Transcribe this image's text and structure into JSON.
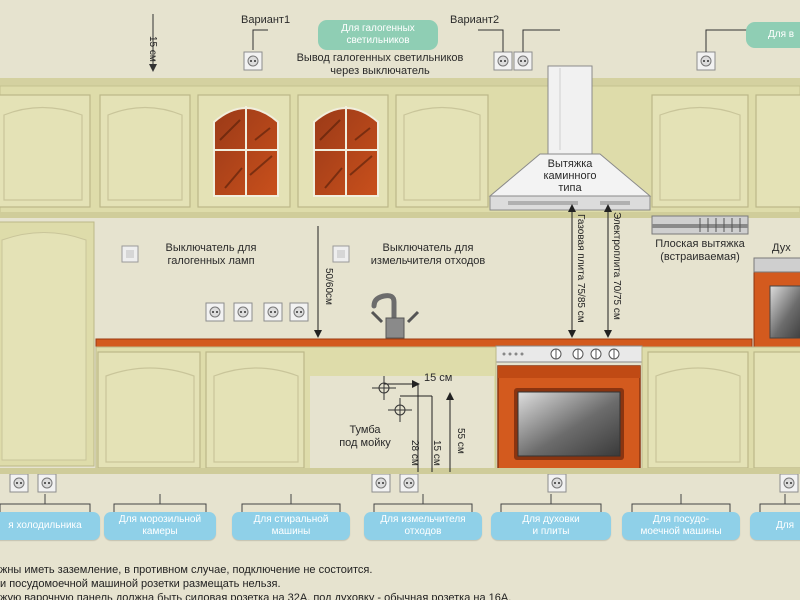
{
  "top": {
    "variant1": "Вариант1",
    "variant2": "Вариант2",
    "halogen_pill": "Для галогенных светильников",
    "right_pill": "Для в",
    "dim_15": "15 см",
    "halogen_switch_note_1": "Вывод галогенных светильников",
    "halogen_switch_note_2": "через выключатель"
  },
  "hood": {
    "label_1": "Вытяжка",
    "label_2": "каминного",
    "label_3": "типа"
  },
  "flat_hood": {
    "label_1": "Плоская вытяжка",
    "label_2": "(встраиваемая)"
  },
  "oven_partial": "Дух",
  "switches": {
    "halogen_1": "Выключатель для",
    "halogen_2": "галогенных ламп",
    "disposer_1": "Выключатель для",
    "disposer_2": "измельчителя отходов"
  },
  "dims": {
    "counter_height": "50/60см",
    "gas_hob": "Газовая плита 75/85 см",
    "electric_hob": "Электроплита 70/75 см",
    "offset_15": "15 см",
    "h_15": "15 см",
    "h_28": "28 см",
    "h_55": "55 см"
  },
  "sink_cabinet": {
    "label_1": "Тумба",
    "label_2": "под мойку"
  },
  "bottom_pills": [
    {
      "line1": "я холодильника",
      "line2": ""
    },
    {
      "line1": "Для морозильной",
      "line2": "камеры"
    },
    {
      "line1": "Для стиральной",
      "line2": "машины"
    },
    {
      "line1": "Для измельчителя",
      "line2": "отходов"
    },
    {
      "line1": "Для духовки",
      "line2": "и плиты"
    },
    {
      "line1": "Для посудо-",
      "line2": "моечной машины"
    },
    {
      "line1": "Для",
      "line2": ""
    }
  ],
  "notes": [
    "жны иметь заземление, в противном случае, подключение не состоится.",
    "и посудомоечной машиной розетки размещать нельзя.",
    "жую варочную панель должна быть силовая розетка на 32А, под духовку - обычная розетка на 16А."
  ],
  "colors": {
    "wall": "#e6e3cf",
    "cabinet": "#dedcaa",
    "counter": "#d35a1e",
    "oven": "#d35a1e",
    "pill_blue": "#8fd0e8",
    "pill_green": "#8fceb4"
  }
}
